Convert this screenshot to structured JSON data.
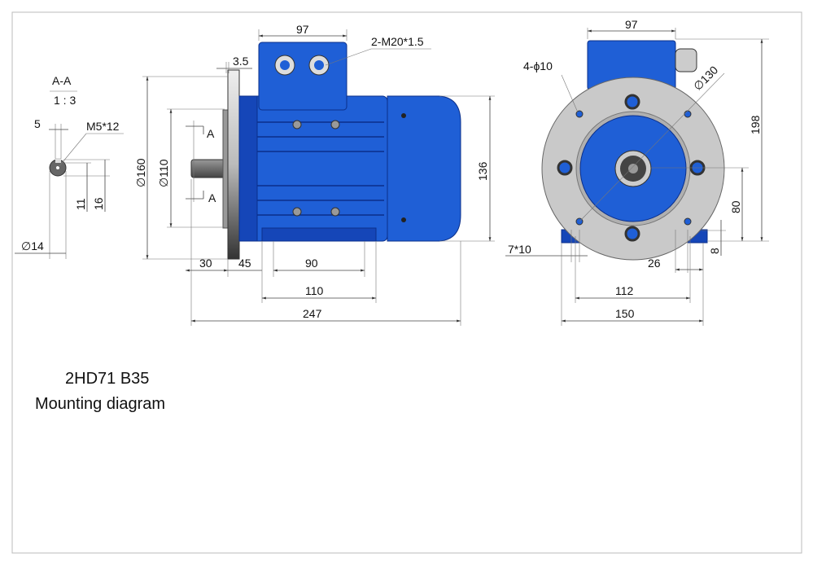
{
  "title": {
    "model": "2HD71 B35",
    "subtitle": "Mounting diagram"
  },
  "section": {
    "label": "A-A",
    "scale": "1 : 3",
    "key_width": "5",
    "thread": "M5*12",
    "dim_11": "11",
    "dim_16": "16",
    "shaft_dia": "∅14"
  },
  "side_view": {
    "box_width": "97",
    "cable_gland": "2-M20*1.5",
    "flange_thickness": "3.5",
    "flange_dia": "∅160",
    "spigot_dia": "∅110",
    "section_mark": "A",
    "shaft_len": "30",
    "dim_45": "45",
    "foot_spacing": "90",
    "dim_110": "110",
    "overall_len": "247",
    "body_height": "136"
  },
  "front_view": {
    "box_width": "97",
    "holes": "4-ϕ10",
    "pcd": "∅130",
    "overall_height": "198",
    "shaft_height": "80",
    "foot_thickness": "8",
    "foot_slot": "7*10",
    "foot_width": "26",
    "foot_holes": "112",
    "base_width": "150"
  }
}
